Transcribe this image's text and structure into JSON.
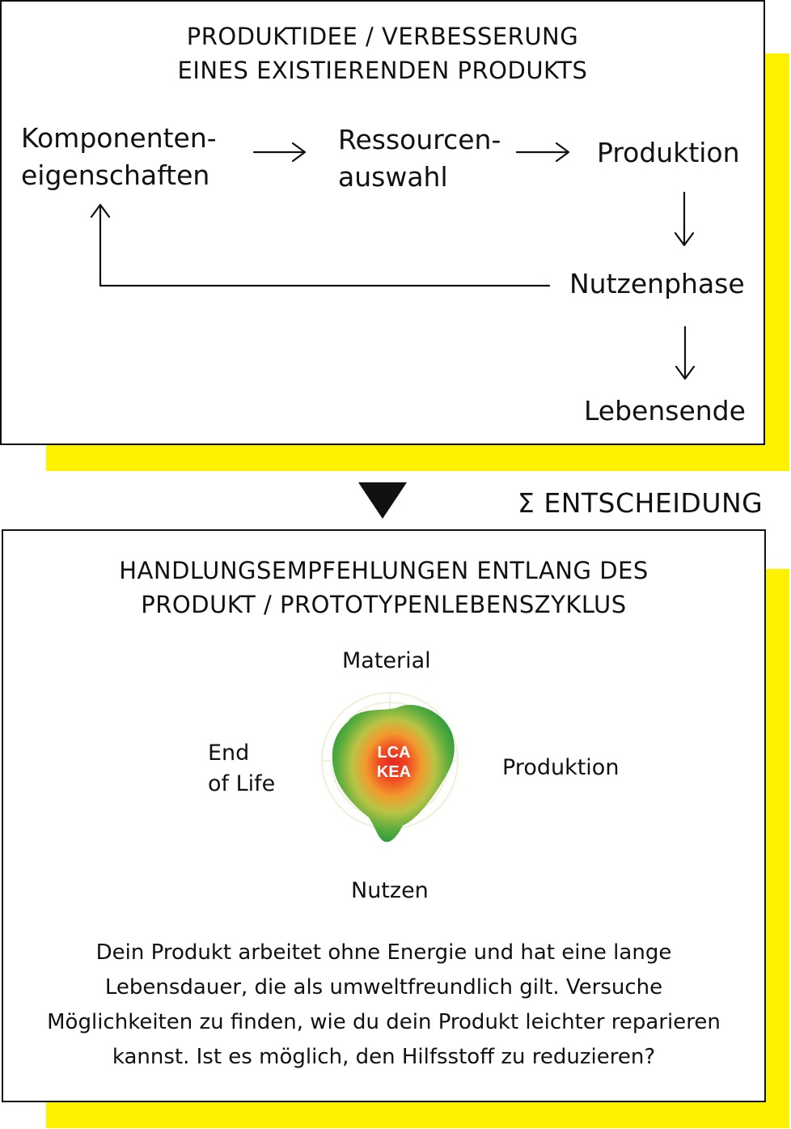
{
  "colors": {
    "accent_yellow": "#fff200",
    "ink": "#111111",
    "hotspot_red": "#e8261f",
    "mid_orange": "#f29a2e",
    "outer_green": "#2a9b3a"
  },
  "top_panel": {
    "title_line1": "PRODUKTIDEE / VERBESSERUNG",
    "title_line2": "EINES EXISTIERENDEN PRODUKTS",
    "nodes": {
      "komponenten_line1": "Komponenten-",
      "komponenten_line2": "eigenschaften",
      "ressourcen_line1": "Ressourcen-",
      "ressourcen_line2": "auswahl",
      "produktion": "Produktion",
      "nutzenphase": "Nutzenphase",
      "lebensende": "Lebensende"
    }
  },
  "decision": {
    "label": "Σ ENTSCHEIDUNG"
  },
  "bottom_panel": {
    "title_line1": "HANDLUNGSEMPFEHLUNGEN ENTLANG DES",
    "title_line2": "PRODUKT / PROTOTYPENLEBENSZYKLUS",
    "axes": {
      "material": "Material",
      "produktion": "Produktion",
      "nutzen": "Nutzen",
      "end_of_life_line1": "End",
      "end_of_life_line2": "of Life"
    },
    "center_line1": "LCA",
    "center_line2": "KEA",
    "recommendation": [
      "Dein Produkt arbeitet ohne Energie und hat eine lange",
      "Lebensdauer, die als umweltfreundlich gilt. Versuche",
      "Möglichkeiten zu finden, wie du dein Produkt leichter reparieren",
      "kannst. Ist es möglich, den Hilfsstoff zu reduzieren?"
    ]
  }
}
